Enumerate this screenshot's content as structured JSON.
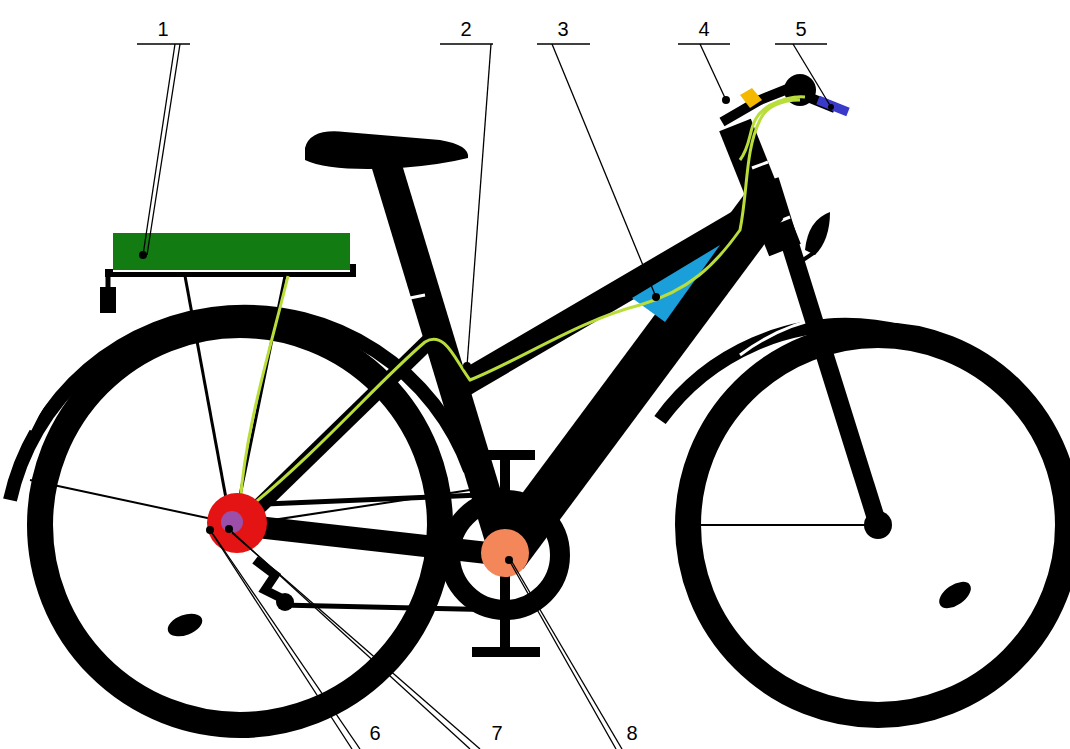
{
  "diagram": {
    "labels": [
      "1",
      "2",
      "3",
      "4",
      "5",
      "6",
      "7",
      "8"
    ]
  }
}
